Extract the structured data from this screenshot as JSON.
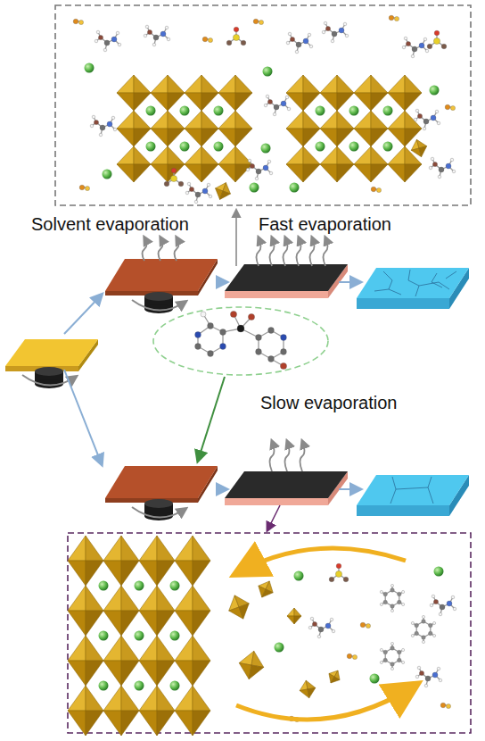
{
  "diagram": {
    "labels": [
      "Solvent evaporation",
      "Fast evaporation",
      "Slow evaporation"
    ]
  }
}
